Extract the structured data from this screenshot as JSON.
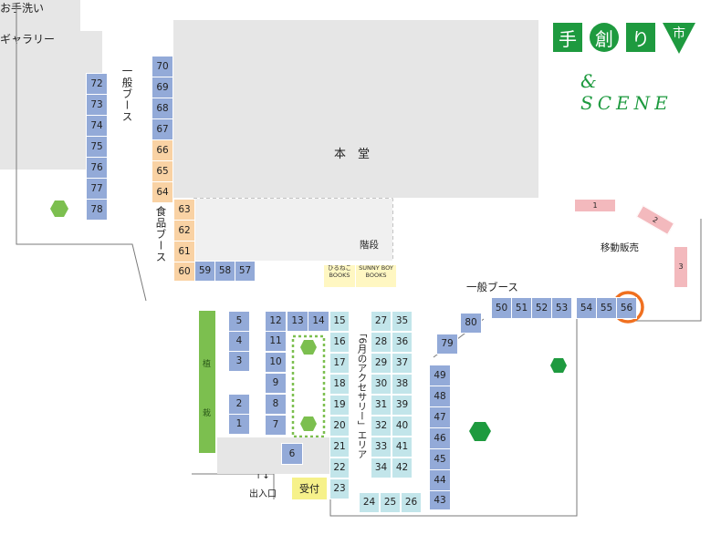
{
  "logo": {
    "kanji": [
      "手",
      "創",
      "り",
      "市"
    ],
    "subtitle": "& SCENE"
  },
  "labels": {
    "hondo": "本　堂",
    "kaidan": "階段",
    "ippan_booth_top": "一般ブース",
    "ippan_booth_right": "一般ブース",
    "shokuhin_booth": "食品ブース",
    "idou_hanbai": "移動販売",
    "otearai": "お手洗い",
    "gallery": "ギャラリー",
    "shokusai_1": "植",
    "shokusai_2": "栽",
    "accessory_area": "「6月のアクセサリー」エリア",
    "deiriguchi": "出入口",
    "uketsuke": "受付",
    "hiruneko": [
      "ひるねこ",
      "BOOKS"
    ],
    "sunnyboy": [
      "SUNNY BOY",
      "BOOKS"
    ]
  },
  "booths": {
    "b72": "72",
    "b73": "73",
    "b74": "74",
    "b75": "75",
    "b76": "76",
    "b77": "77",
    "b78": "78",
    "b70": "70",
    "b69": "69",
    "b68": "68",
    "b67": "67",
    "b66": "66",
    "b65": "65",
    "b64": "64",
    "b63": "63",
    "b62": "62",
    "b61": "61",
    "b60": "60",
    "b59": "59",
    "b58": "58",
    "b57": "57",
    "b50": "50",
    "b51": "51",
    "b52": "52",
    "b53": "53",
    "b54": "54",
    "b55": "55",
    "b56": "56",
    "b80": "80",
    "b79": "79",
    "b49": "49",
    "b48": "48",
    "b47": "47",
    "b46": "46",
    "b45": "45",
    "b44": "44",
    "b43": "43",
    "b5": "5",
    "b4": "4",
    "b3": "3",
    "b2": "2",
    "b1": "1",
    "b6": "6",
    "b12": "12",
    "b13": "13",
    "b14": "14",
    "b11": "11",
    "b10": "10",
    "b9": "9",
    "b8": "8",
    "b7": "7",
    "b15": "15",
    "b16": "16",
    "b17": "17",
    "b18": "18",
    "b19": "19",
    "b20": "20",
    "b21": "21",
    "b22": "22",
    "b23": "23",
    "b27": "27",
    "b28": "28",
    "b29": "29",
    "b30": "30",
    "b31": "31",
    "b32": "32",
    "b33": "33",
    "b34": "34",
    "b35": "35",
    "b36": "36",
    "b37": "37",
    "b38": "38",
    "b39": "39",
    "b40": "40",
    "b41": "41",
    "b42": "42",
    "b24": "24",
    "b25": "25",
    "b26": "26",
    "m1": "1",
    "m2": "2",
    "m3": "3"
  },
  "colors": {
    "general_booth": "#93aad8",
    "food_booth": "#f9d2a4",
    "accessory_booth": "#c2e5ea",
    "mobile_sales": "#f3b9bd",
    "planting": "#7cbf4f",
    "tree": "#7cbf4f",
    "highlight_circle": "#f07020",
    "logo_green": "#1e9a3f",
    "reception": "#f6f18a"
  },
  "highlighted_booth": "56"
}
